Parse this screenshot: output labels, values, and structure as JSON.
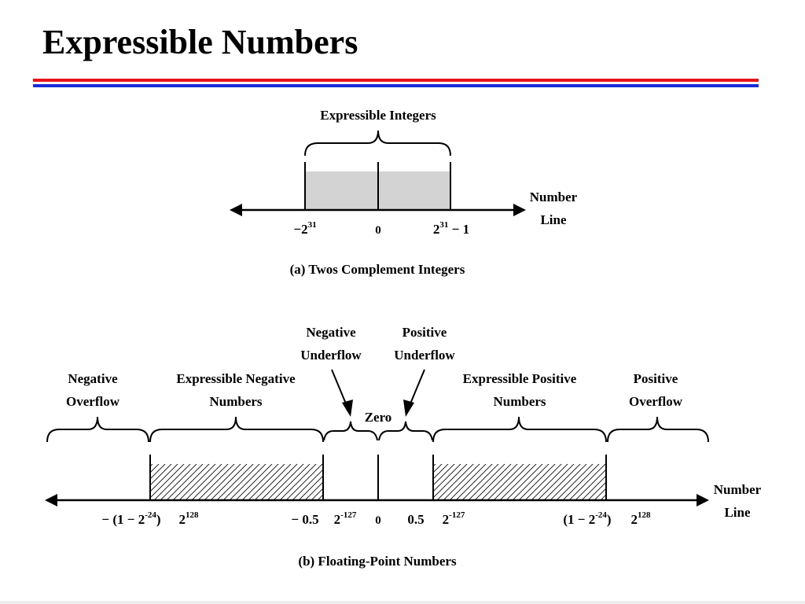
{
  "slide": {
    "title": "Expressible Numbers",
    "rule_colors": {
      "top": "#e8141c",
      "bottom": "#1a2bd6"
    }
  },
  "diagram_a": {
    "brace_label": "Expressible Integers",
    "number_line_label_1": "Number",
    "number_line_label_2": "Line",
    "tick_min_base": "−2",
    "tick_min_exp": "31",
    "tick_zero": "0",
    "tick_max_base": "2",
    "tick_max_exp": "31",
    "tick_max_tail": " − 1",
    "caption": "(a) Twos Complement Integers",
    "fill_color": "#d3d3d3"
  },
  "diagram_b": {
    "negative_overflow": [
      "Negative",
      "Overflow"
    ],
    "expressible_negative": [
      "Expressible Negative",
      "Numbers"
    ],
    "negative_underflow": [
      "Negative",
      "Underflow"
    ],
    "positive_underflow": [
      "Positive",
      "Underflow"
    ],
    "zero_label": "Zero",
    "expressible_positive": [
      "Expressible Positive",
      "Numbers"
    ],
    "positive_overflow": [
      "Positive",
      "Overflow"
    ],
    "number_line_label_1": "Number",
    "number_line_label_2": "Line",
    "ticks": {
      "neg_max_prefix": "− (1 − 2",
      "neg_max_exp": "-24",
      "neg_max_suffix": ")",
      "neg_max_mul_base": "2",
      "neg_max_mul_exp": "128",
      "neg_min": "− 0.5",
      "neg_min_mul_base": "2",
      "neg_min_mul_exp": "-127",
      "zero": "0",
      "pos_min": "0.5",
      "pos_min_mul_base": "2",
      "pos_min_mul_exp": "-127",
      "pos_max_prefix": "(1 − 2",
      "pos_max_exp": "-24",
      "pos_max_suffix": ")",
      "pos_max_mul_base": "2",
      "pos_max_mul_exp": "128"
    },
    "caption": "(b) Floating-Point Numbers"
  }
}
